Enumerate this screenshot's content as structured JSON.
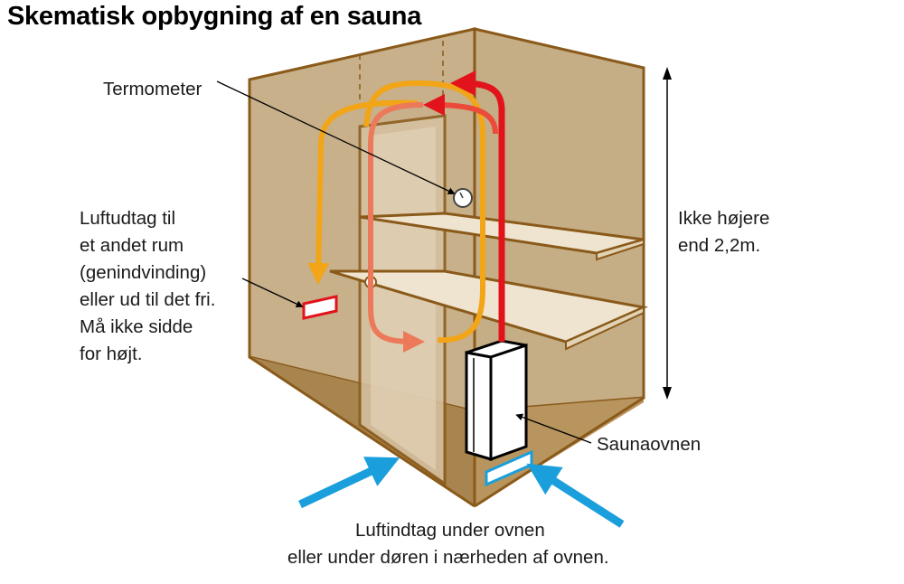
{
  "title": "Skematisk opbygning af en sauna",
  "labels": {
    "thermometer": "Termometer",
    "outlet": [
      "Luftudtag til",
      "et andet rum",
      "(genindvinding)",
      "eller ud til det fri.",
      "Må ikke sidde",
      "for højt."
    ],
    "height": [
      "Ikke højere",
      "end 2,2m."
    ],
    "stove": "Saunaovnen",
    "inlet": [
      "Luftindtag under ovnen",
      "eller under døren i nærheden af ovnen."
    ]
  },
  "colors": {
    "wall": "#c7b08a",
    "wall_dark": "#b89a6c",
    "floor": "#b8955e",
    "outline": "#8a5a1a",
    "hot_air": "#e3131b",
    "warm_air": "#f2a516",
    "cool_air": "#ec7a5a",
    "fresh_air": "#1a9fdc"
  }
}
